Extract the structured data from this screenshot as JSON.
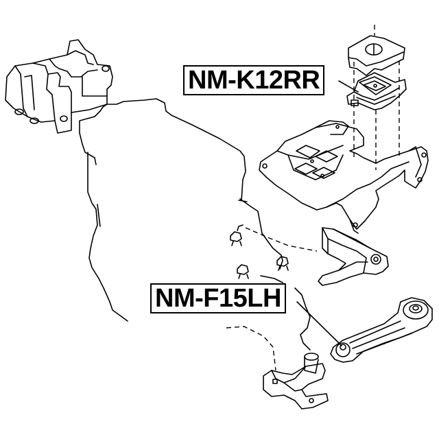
{
  "diagram": {
    "type": "exploded parts diagram",
    "subject": "engine and transmission mounts",
    "callouts": [
      {
        "id": "k12rr",
        "part_number": "NM-K12RR",
        "points_to": "rear transmission mount (upper insulator on bracket)"
      },
      {
        "id": "f15lh",
        "part_number": "NM-F15LH",
        "points_to": "lower torque rod mount bushing"
      }
    ],
    "components": [
      "left engine mount (upper left)",
      "engine block outline (center)",
      "transmission mount insulator with cap and bracket (upper right)",
      "transmission support crossmember (right)",
      "torque rod bracket (mid right)",
      "lower torque rod (lower right)",
      "lower mounting bracket (bottom center)",
      "bolts (small fasteners, center)"
    ],
    "colors": {
      "line": "#000000",
      "background": "#ffffff"
    }
  }
}
